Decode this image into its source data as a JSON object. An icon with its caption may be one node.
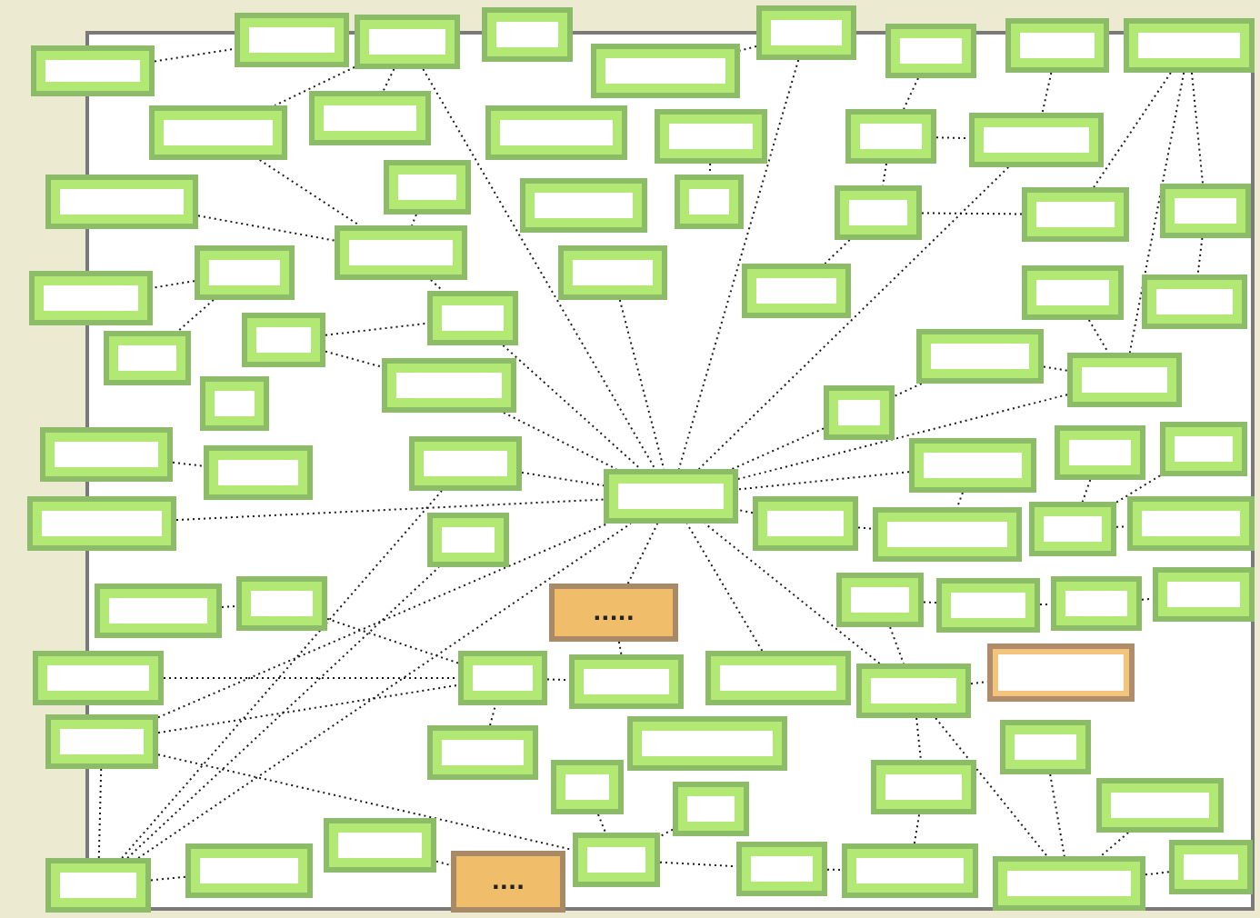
{
  "diagram": {
    "nodes": [
      {
        "text": [],
        "shape": "box"
      },
      {
        "text": [],
        "shape": "box"
      },
      {
        "text": [],
        "shape": "box"
      },
      {
        "text": [],
        "shape": "box"
      },
      {
        "text": [],
        "shape": "box"
      },
      {
        "text": [],
        "shape": "box"
      },
      {
        "text": [],
        "shape": "box"
      },
      {
        "text": [],
        "shape": "box"
      },
      {
        "text": [],
        "shape": "box"
      },
      {
        "text": [],
        "shape": "box"
      },
      {
        "text": [],
        "shape": "box"
      },
      {
        "text": [],
        "shape": "box"
      },
      {
        "text": [],
        "shape": "box"
      },
      {
        "text": [],
        "shape": "box"
      },
      {
        "text": [],
        "shape": "box"
      },
      {
        "text": [],
        "shape": "box"
      },
      {
        "text": [],
        "shape": "box"
      },
      {
        "text": [],
        "shape": "box"
      },
      {
        "text": [],
        "shape": "box"
      },
      {
        "text": [],
        "shape": "box"
      },
      {
        "text": [],
        "shape": "box"
      },
      {
        "text": [],
        "shape": "box"
      },
      {
        "text": [],
        "shape": "box"
      },
      {
        "text": [],
        "shape": "box"
      },
      {
        "text": [],
        "shape": "box"
      },
      {
        "text": [],
        "shape": "box"
      },
      {
        "text": [],
        "shape": "box"
      },
      {
        "text": [],
        "shape": "box"
      },
      {
        "text": [],
        "shape": "box"
      },
      {
        "text": [],
        "shape": "box"
      },
      {
        "text": [],
        "shape": "box"
      },
      {
        "text": [],
        "shape": "box"
      },
      {
        "text": [],
        "shape": "box"
      },
      {
        "text": [],
        "shape": "box"
      },
      {
        "text": [],
        "shape": "box"
      },
      {
        "text": [],
        "shape": "box"
      },
      {
        "text": [],
        "shape": "box"
      },
      {
        "text": [],
        "shape": "box"
      },
      {
        "text": [],
        "shape": "box"
      },
      {
        "text": [],
        "shape": "box"
      },
      {
        "text": [],
        "shape": "box"
      },
      {
        "text": [],
        "shape": "box"
      },
      {
        "text": [],
        "shape": "box"
      },
      {
        "text": [],
        "shape": "box"
      },
      {
        "text": [],
        "shape": "box"
      },
      {
        "text": [],
        "shape": "box"
      },
      {
        "text": [],
        "shape": "box"
      },
      {
        "text": [],
        "shape": "box"
      },
      {
        "text": [],
        "shape": "box"
      },
      {
        "text": [],
        "shape": "box"
      },
      {
        "text": [],
        "shape": "box"
      },
      {
        "text": [],
        "shape": "box"
      },
      {
        "text": [
          "....."
        ]
      },
      {
        "text": [],
        "shape": "box"
      },
      {
        "text": [],
        "shape": "box"
      },
      {
        "text": [],
        "shape": "box"
      },
      {
        "text": [],
        "shape": "box"
      },
      {
        "text": [],
        "shape": "box"
      },
      {
        "text": [],
        "shape": "box"
      },
      {
        "text": [],
        "shape": "box"
      },
      {
        "text": [],
        "shape": "box"
      },
      {
        "text": [],
        "shape": "box"
      },
      {
        "text": [],
        "shape": "box"
      },
      {
        "text": [],
        "shape": "box"
      },
      {
        "text": [],
        "shape": "box"
      },
      {
        "text": [],
        "shape": "box"
      },
      {
        "text": [],
        "shape": "box"
      },
      {
        "text": [],
        "shape": "box"
      },
      {
        "text": [],
        "shape": "box"
      },
      {
        "text": [],
        "shape": "box"
      },
      {
        "text": [],
        "shape": "box"
      },
      {
        "text": [],
        "shape": "box"
      },
      {
        "text": [],
        "shape": "box"
      },
      {
        "text": [],
        "shape": "box"
      },
      {
        "text": [
          "...."
        ]
      },
      {
        "text": [],
        "shape": "box"
      },
      {
        "text": [],
        "shape": "box"
      },
      {
        "text": [],
        "shape": "box"
      },
      {
        "text": [],
        "shape": "box"
      },
      {
        "text": [],
        "shape": "box"
      }
    ],
    "edges": [
      {
        "from": 0,
        "to": 1,
        "arrow": "none"
      },
      {
        "from": 2,
        "to": 9,
        "arrow": "none"
      },
      {
        "from": 2,
        "to": 10,
        "arrow": "none"
      },
      {
        "from": 2,
        "to": 43,
        "arrow": "none"
      },
      {
        "from": 5,
        "to": 4,
        "arrow": "none"
      },
      {
        "from": 12,
        "to": 18,
        "arrow": "none"
      },
      {
        "from": 5,
        "to": 43,
        "arrow": "none"
      },
      {
        "from": 6,
        "to": 13,
        "arrow": "none"
      },
      {
        "from": 13,
        "to": 14,
        "arrow": "none"
      },
      {
        "from": 7,
        "to": 14,
        "arrow": "none"
      },
      {
        "from": 8,
        "to": 21,
        "arrow": "none"
      },
      {
        "from": 8,
        "to": 20,
        "arrow": "none"
      },
      {
        "from": 21,
        "to": 28,
        "arrow": "none"
      },
      {
        "from": 8,
        "to": 33,
        "arrow": "none"
      },
      {
        "from": 9,
        "to": 24,
        "arrow": "none"
      },
      {
        "from": 15,
        "to": 24,
        "arrow": "none"
      },
      {
        "from": 16,
        "to": 24,
        "arrow": "none"
      },
      {
        "from": 23,
        "to": 22,
        "arrow": "none"
      },
      {
        "from": 23,
        "to": 29,
        "arrow": "none"
      },
      {
        "from": 30,
        "to": 31,
        "arrow": "none"
      },
      {
        "from": 30,
        "to": 35,
        "arrow": "none"
      },
      {
        "from": 24,
        "to": 31,
        "arrow": "none"
      },
      {
        "from": 13,
        "to": 19,
        "arrow": "none"
      },
      {
        "from": 19,
        "to": 20,
        "arrow": "none"
      },
      {
        "from": 19,
        "to": 26,
        "arrow": "none"
      },
      {
        "from": 14,
        "to": 43,
        "arrow": "none"
      },
      {
        "from": 32,
        "to": 36,
        "arrow": "none"
      },
      {
        "from": 36,
        "to": 43,
        "arrow": "none"
      },
      {
        "from": 27,
        "to": 33,
        "arrow": "none"
      },
      {
        "from": 32,
        "to": 33,
        "arrow": "none"
      },
      {
        "from": 33,
        "to": 43,
        "arrow": "none"
      },
      {
        "from": 25,
        "to": 43,
        "arrow": "none"
      },
      {
        "from": 31,
        "to": 43,
        "arrow": "none"
      },
      {
        "from": 35,
        "to": 43,
        "arrow": "none"
      },
      {
        "from": 39,
        "to": 43,
        "arrow": "none"
      },
      {
        "from": 37,
        "to": 38,
        "arrow": "none"
      },
      {
        "from": 44,
        "to": 43,
        "arrow": "none"
      },
      {
        "from": 51,
        "to": 58,
        "arrow": "none"
      },
      {
        "from": 50,
        "to": 51,
        "arrow": "none"
      },
      {
        "from": 57,
        "to": 58,
        "arrow": "none"
      },
      {
        "from": 63,
        "to": 58,
        "arrow": "none"
      },
      {
        "from": 63,
        "to": 43,
        "arrow": "none"
      },
      {
        "from": 63,
        "to": 75,
        "arrow": "none"
      },
      {
        "from": 72,
        "to": 43,
        "arrow": "none"
      },
      {
        "from": 72,
        "to": 49,
        "arrow": "none"
      },
      {
        "from": 72,
        "to": 39,
        "arrow": "none"
      },
      {
        "from": 72,
        "to": 63,
        "arrow": "none"
      },
      {
        "from": 72,
        "to": 73,
        "arrow": "none"
      },
      {
        "from": 71,
        "to": 74,
        "arrow": "none"
      },
      {
        "from": 75,
        "to": 76,
        "arrow": "none"
      },
      {
        "from": 70,
        "to": 75,
        "arrow": "none"
      },
      {
        "from": 67,
        "to": 75,
        "arrow": "none"
      },
      {
        "from": 76,
        "to": 77,
        "arrow": "none"
      },
      {
        "from": 77,
        "to": 68,
        "arrow": "none"
      },
      {
        "from": 61,
        "to": 68,
        "arrow": "none"
      },
      {
        "from": 61,
        "to": 78,
        "arrow": "none"
      },
      {
        "from": 61,
        "to": 62,
        "arrow": "none"
      },
      {
        "from": 61,
        "to": 43,
        "arrow": "none"
      },
      {
        "from": 60,
        "to": 43,
        "arrow": "none"
      },
      {
        "from": 52,
        "to": 59,
        "arrow": "none"
      },
      {
        "from": 58,
        "to": 59,
        "arrow": "none"
      },
      {
        "from": 52,
        "to": 43,
        "arrow": "none"
      },
      {
        "from": 64,
        "to": 58,
        "arrow": "none"
      },
      {
        "from": 66,
        "to": 78,
        "arrow": "none"
      },
      {
        "from": 69,
        "to": 78,
        "arrow": "none"
      },
      {
        "from": 78,
        "to": 79,
        "arrow": "none"
      },
      {
        "from": 53,
        "to": 54,
        "arrow": "none"
      },
      {
        "from": 54,
        "to": 55,
        "arrow": "none"
      },
      {
        "from": 55,
        "to": 56,
        "arrow": "none"
      },
      {
        "from": 41,
        "to": 47,
        "arrow": "none"
      },
      {
        "from": 47,
        "to": 48,
        "arrow": "none"
      },
      {
        "from": 42,
        "to": 47,
        "arrow": "none"
      },
      {
        "from": 40,
        "to": 43,
        "arrow": "none"
      },
      {
        "from": 45,
        "to": 43,
        "arrow": "none"
      },
      {
        "from": 40,
        "to": 46,
        "arrow": "none"
      },
      {
        "from": 45,
        "to": 46,
        "arrow": "none"
      },
      {
        "from": 53,
        "to": 61,
        "arrow": "none"
      }
    ]
  }
}
